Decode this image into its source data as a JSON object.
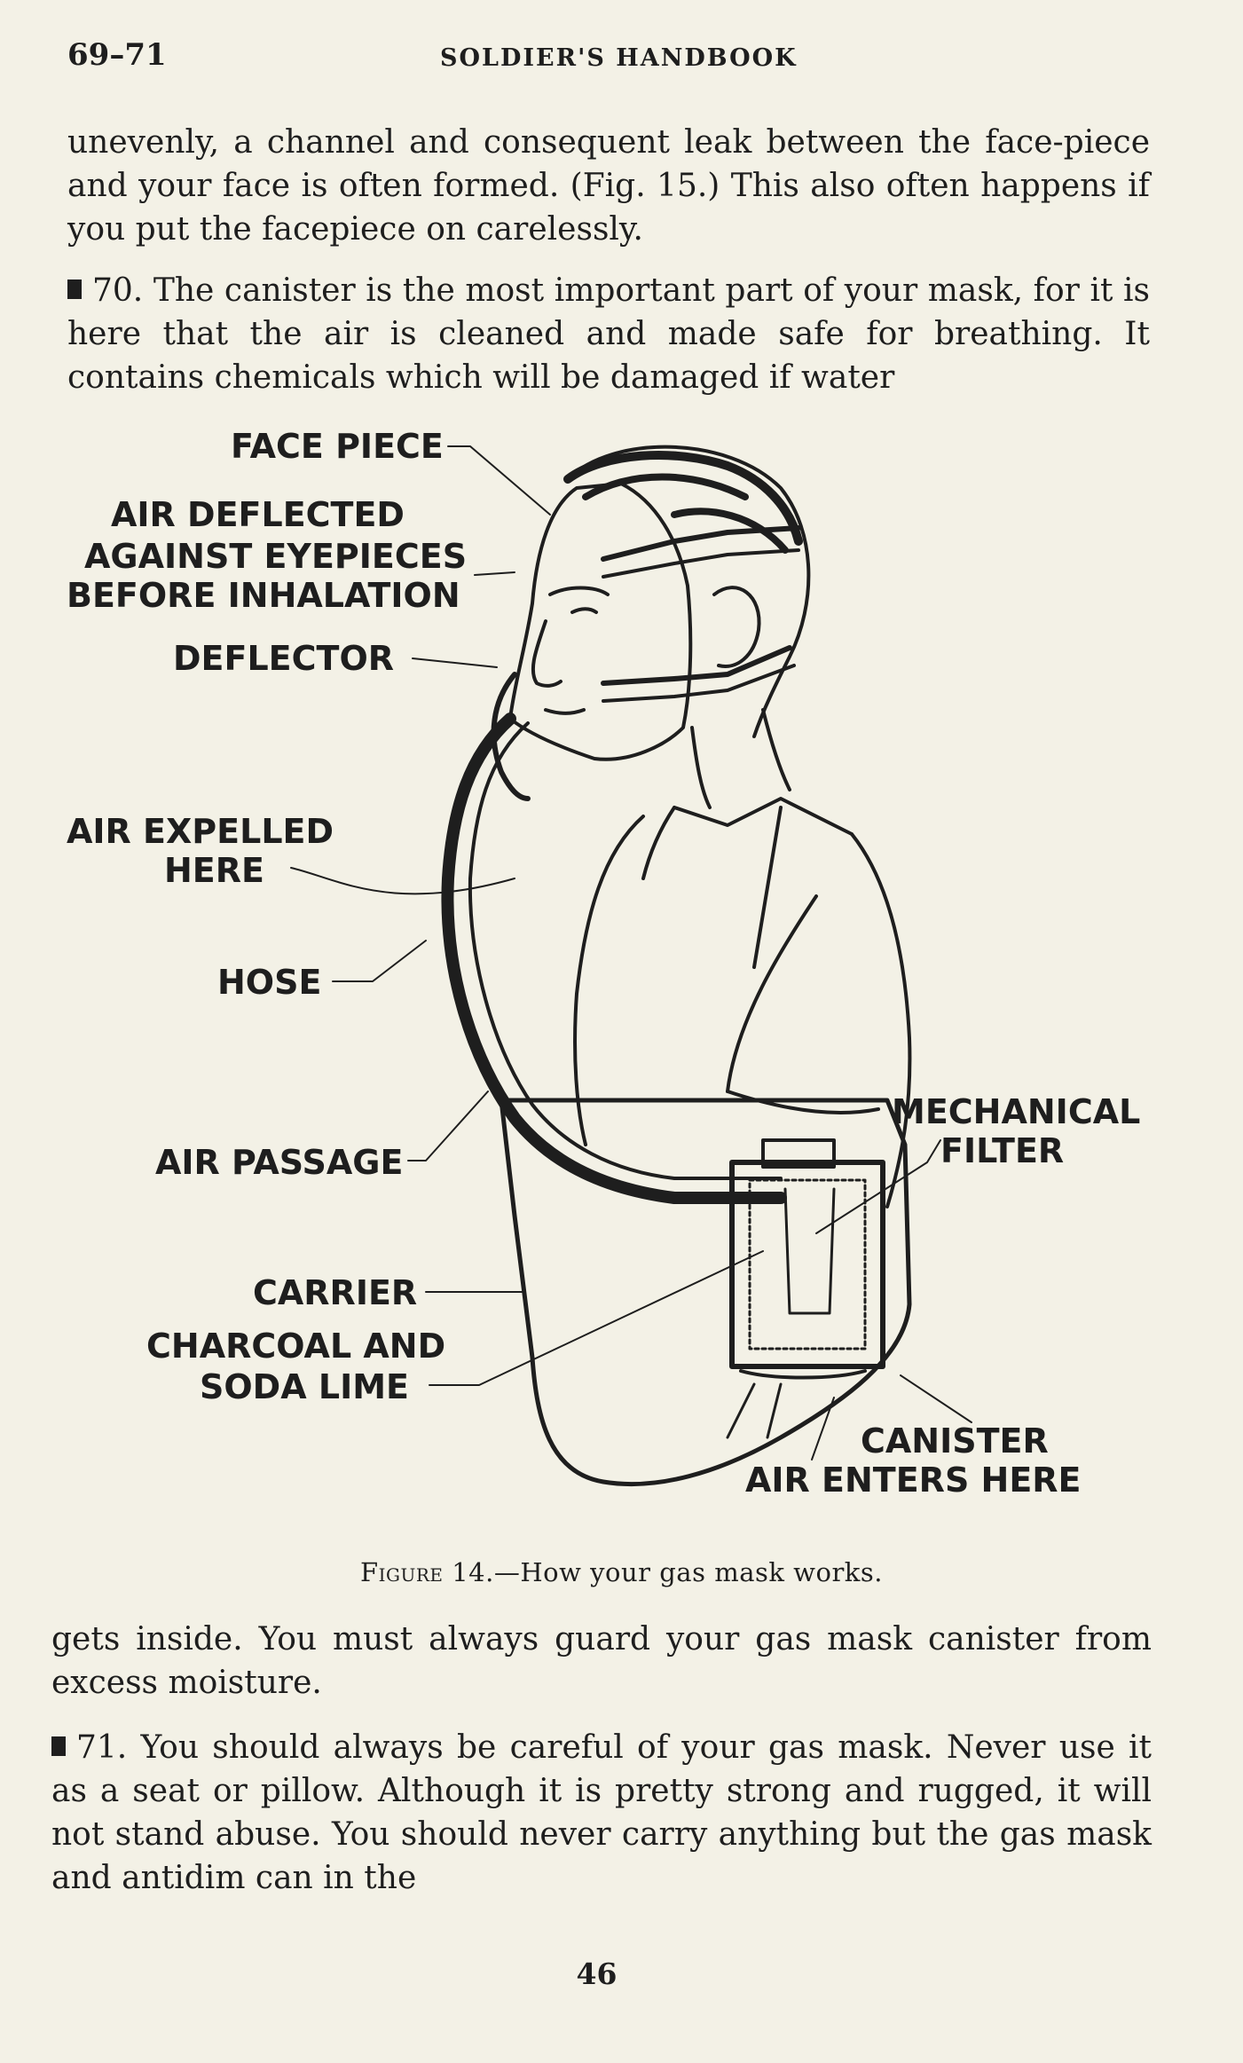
{
  "header": {
    "section_range": "69–71",
    "running_title": "SOLDIER'S HANDBOOK"
  },
  "paragraphs": {
    "continuation": "unevenly, a channel and consequent leak between the face-piece and your face is often formed. (Fig. 15.) This also often happens if you put the facepiece on carelessly.",
    "p70": "70. The canister is the most important part of your mask, for it is here that the air is cleaned and made safe for breathing. It contains chemicals which will be damaged if water",
    "p70_continued": "gets inside. You must always guard your gas mask canister from excess moisture.",
    "p71": "71. You should always be careful of your gas mask. Never use it as a seat or pillow. Although it is pretty strong and rugged, it will not stand abuse. You should never carry anything but the gas mask and antidim can in the"
  },
  "figure": {
    "labels": {
      "face_piece": "FACE PIECE",
      "air_deflected_1": "AIR DEFLECTED",
      "air_deflected_2": "AGAINST EYEPIECES",
      "air_deflected_3": "BEFORE INHALATION",
      "deflector": "DEFLECTOR",
      "air_expelled_1": "AIR EXPELLED",
      "air_expelled_2": "HERE",
      "hose": "HOSE",
      "air_passage": "AIR PASSAGE",
      "carrier": "CARRIER",
      "charcoal_1": "CHARCOAL AND",
      "charcoal_2": "SODA LIME",
      "mechanical_filter_1": "MECHANICAL",
      "mechanical_filter_2": "FILTER",
      "canister": "CANISTER",
      "air_enters": "AIR ENTERS HERE"
    },
    "caption_prefix": "Figure",
    "caption_rest": "14.—How your gas mask works."
  },
  "page_number": "46",
  "colors": {
    "paper": "#f3f1e6",
    "ink": "#1e1e1e"
  }
}
